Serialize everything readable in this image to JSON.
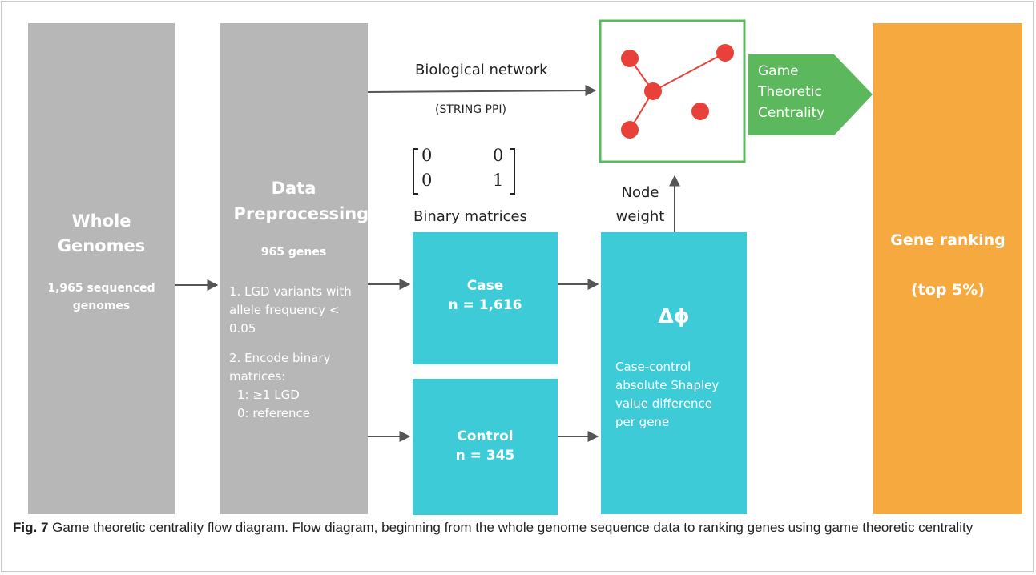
{
  "whole_genomes": {
    "title": "Whole Genomes",
    "subtitle": "1,965 sequenced genomes"
  },
  "preprocessing": {
    "title": "Data Preprocessing",
    "genes": "965 genes",
    "step1": "1. LGD variants with allele frequency < 0.05",
    "step2": "2. Encode binary matrices:",
    "code1": "1: ≥1 LGD",
    "code0": "0: reference"
  },
  "network": {
    "label": "Biological network",
    "source": "(STRING PPI)"
  },
  "matrix": {
    "row1": [
      "0",
      "0"
    ],
    "row2": [
      "0",
      "1"
    ],
    "label": "Binary matrices"
  },
  "case": {
    "title": "Case",
    "n": "n = 1,616"
  },
  "control": {
    "title": "Control",
    "n": "n = 345"
  },
  "delta": {
    "symbol": "Δϕ",
    "description": "Case-control absolute Shapley value difference per gene"
  },
  "node_weight": {
    "line1": "Node",
    "line2": "weight"
  },
  "centrality": {
    "label": "Game Theoretic Centrality"
  },
  "ranking": {
    "title": "Gene ranking",
    "subtitle": "(top 5%)"
  },
  "caption": {
    "fig": "Fig. 7",
    "text": "Game theoretic centrality flow diagram. Flow diagram, beginning from the whole genome sequence data to ranking genes using game theoretic centrality"
  },
  "colors": {
    "gray": "#b7b7b7",
    "cyan": "#3ecbd8",
    "green": "#5cb85c",
    "orange": "#f6a93f",
    "node": "#e8413a",
    "arrow": "#555555"
  }
}
